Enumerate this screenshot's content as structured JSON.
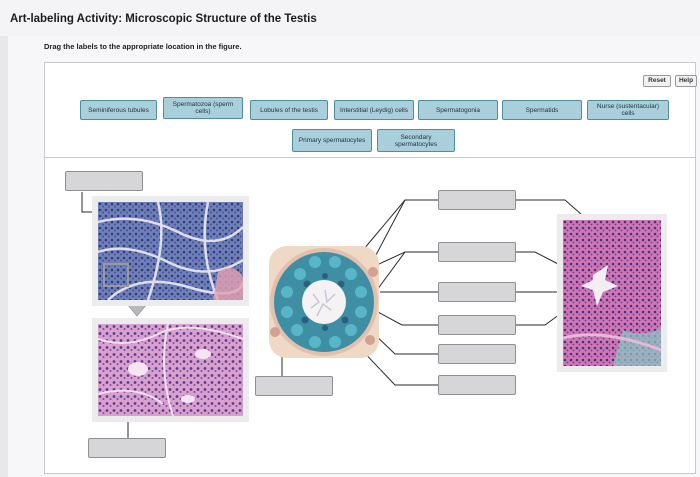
{
  "header": {
    "title": "Art-labeling Activity: Microscopic Structure of the Testis"
  },
  "instructions": "Drag the labels to the appropriate location in the figure.",
  "toolbar": {
    "reset_label": "Reset",
    "help_label": "Help"
  },
  "labels": [
    "Seminiferous tubules",
    "Spermatozoa (sperm cells)",
    "Lobules of the testis",
    "Interstitial (Leydig) cells",
    "Spermatogonia",
    "Spermatids",
    "Nurse (sustentacular) cells",
    "Primary spermatocytes",
    "Secondary spermatocytes"
  ],
  "colors": {
    "label_fill": "#a9d0da",
    "label_border": "#4e8ea1",
    "drop_fill": "#d6d6d8",
    "stain_blue": "#5b6fa8",
    "stain_pink": "#d48bc0"
  }
}
